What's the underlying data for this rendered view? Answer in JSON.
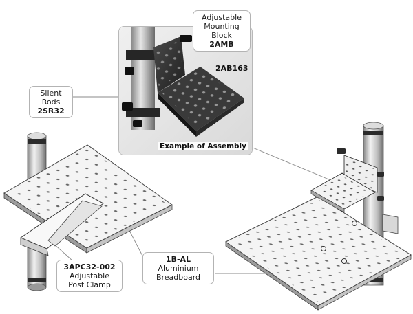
{
  "labels": {
    "adjustable_mounting_block": {
      "name_line1": "Adjustable",
      "name_line2": "Mounting Block",
      "code": "2AMB"
    },
    "plate": {
      "code": "2AB163"
    },
    "silent_rods": {
      "name": "Silent Rods",
      "code": "2SR32"
    },
    "post_clamp": {
      "code": "3APC32-002",
      "name_line1": "Adjustable",
      "name_line2": "Post Clamp"
    },
    "breadboard": {
      "code": "1B-AL",
      "name_line1": "Aluminium",
      "name_line2": "Breadboard"
    }
  },
  "inset": {
    "caption": "Example of Assembly"
  },
  "colors": {
    "outline": "#b3b3b3",
    "metal_dark": "#2d2d2d",
    "line_art": "#4a4a4a"
  }
}
